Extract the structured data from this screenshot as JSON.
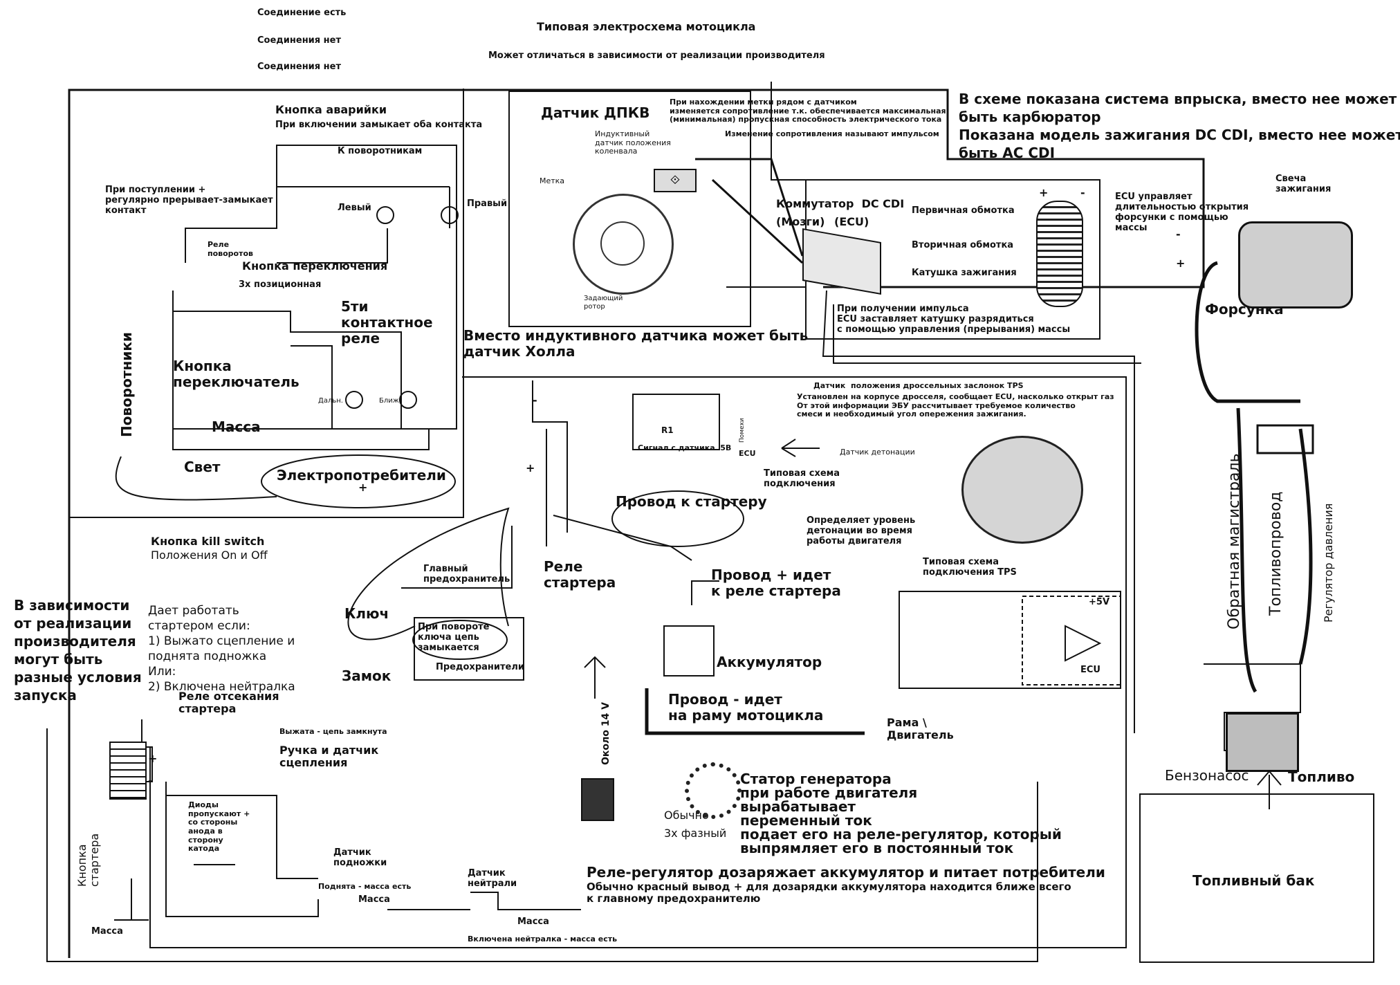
{
  "title": "Типовая электросхема мотоцикла",
  "subtitle": "Может отличаться в зависимости от реализации производителя",
  "legend": {
    "connected": "Соединение есть",
    "not_connected_1": "Соединения нет",
    "not_connected_2": "Соединения нет"
  },
  "turn_signals": {
    "hazard_button": "Кнопка аварийки",
    "hazard_note": "При включении замыкает оба контакта",
    "to_turn_signals": "К поворотникам",
    "relay_note": "При поступлении +\nрегулярно прерывает-замыкает\nконтакт",
    "relay_label": "Реле\nповоротов",
    "left": "Левый",
    "right": "Правый",
    "switch_button": "Кнопка переключения",
    "three_position": "3х позиционная",
    "vertical_label": "Поворотники"
  },
  "lights": {
    "relay_5pin": "5ти\nконтактное\nреле",
    "switch_button": "Кнопка\nпереключатель",
    "far": "Дальн.",
    "near": "Ближ.",
    "ground": "Масса",
    "light": "Свет",
    "consumers": "Электропотребители",
    "plus": "+"
  },
  "ckp": {
    "title": "Датчик ДПКВ",
    "inductive": "Индуктивный\nдатчик положения\nколенвала",
    "mark": "Метка",
    "rotor": "Задающий\nротор",
    "note_1": "При нахождении метки рядом с датчиком\nизменяется сопротивление т.к. обеспечивается максимальная\n(минимальная) пропускная способность электрического тока",
    "note_2": "Изменение сопротивления называют импульсом",
    "hall_note": "Вместо индуктивного датчика может быть\nдатчик Холла"
  },
  "ecu": {
    "switch_label": "Коммутатор  DC CDI",
    "brains": "(Мозги)",
    "ecu": "(ECU)",
    "pulse_note": "При получении импульса\nECU заставляет катушку разрядиться\nс помощью управления (прерывания) массы"
  },
  "injection_note": "В схеме показана система впрыска, вместо нее может\nбыть карбюратор\nПоказана модель зажигания DC CDI, вместо нее может\nбыть AC CDI",
  "coil": {
    "plus": "+",
    "minus": "-",
    "primary": "Первичная обмотка",
    "secondary": "Вторичная обмотка",
    "coil": "Катушка зажигания"
  },
  "injector": {
    "ecu_note": "ECU управляет\nдлительностью открытия\nфорсунки с помощью\nмассы",
    "spark_plug": "Свеча\nзажигания",
    "injector": "Форсунка",
    "minus": "-",
    "plus": "+"
  },
  "fuel": {
    "return_line": "Обратная магистраль",
    "fuel_line": "Топливопровод",
    "pressure_regulator": "Регулятор давления",
    "fuel_pump": "Бензонасос",
    "fuel": "Топливо",
    "tank": "Топливный бак"
  },
  "sensors": {
    "tps_title": "Датчик  положения дроссельных заслонок TPS",
    "tps_note": "Установлен на корпусе дросселя, сообщает ECU, насколько открыт газ\nОт этой информации ЭБУ рассчитывает требуемое количество\nсмеси и необходимый угол опережения зажигания.",
    "knock_sensor": "Датчик детонации",
    "typical_scheme": "Типовая схема\nподключения",
    "knock_note": "Определяет уровень\nдетонации во время\nработы двигателя",
    "r1": "R1",
    "signal": "Сигнал с датчика  5В",
    "ecu": "ECU",
    "noise": "Помехи",
    "tps_scheme": "Типовая схема\nподключения TPS",
    "plus_5v": "+5V",
    "ecu_box": "ECU"
  },
  "starter": {
    "starter_wire": "Провод к стартеру",
    "starter_relay": "Реле\nстартера",
    "main_fuse": "Главный\nпредохранитель",
    "plus_wire": "Провод + идет\nк реле стартера",
    "battery": "Аккумулятор",
    "minus_wire": "Провод - идет\nна раму мотоцикла",
    "frame": "Рама \\\nДвигатель",
    "minus": "-",
    "plus": "+"
  },
  "charging": {
    "around_14v": "Около 14 V",
    "stator": "Статор генератора\nпри работе двигателя\nвырабатывает\nпеременный ток\nподает его на реле-регулятор, который\nвыпрямляет его в постоянный ток",
    "usually": "Обычно",
    "three_phase": "3х фазный",
    "regulator": "Реле-регулятор дозаряжает аккумулятор и питает потребители",
    "regulator_note": "Обычно красный вывод + для дозарядки аккумулятора находится ближе всего\nк главному предохранителю"
  },
  "ignition": {
    "key": "Ключ",
    "lock": "Замок",
    "turn_note": "При повороте\nключа цепь\nзамыкается",
    "fuses": "Предохранители"
  },
  "start_logic": {
    "kill_switch": "Кнопка kill switch",
    "kill_positions": "Положения On и Off",
    "allows": "Дает работать\nстартером если:\n1) Выжато сцепление и\nподнята подножка\nИли:\n2) Включена нейтралка",
    "manufacturer_note": "В зависимости\nот реализации\nпроизводителя\nмогут быть\nразные условия\nзапуска",
    "cutoff_relay": "Реле отсекания\nстартера",
    "clutch_pressed": "Выжата - цепь замкнута",
    "clutch_handle": "Ручка и датчик\nсцепления",
    "diodes": "Диоды\nпропускают +\nсо стороны\nанода в\nсторону\nкатода",
    "stand_sensor": "Датчик\nподножки",
    "stand_up": "Поднята - масса есть",
    "ground1": "Масса",
    "neutral_sensor": "Датчик\nнейтрали",
    "ground2": "Масса",
    "neutral_on": "Включена нейтралка - масса есть",
    "starter_button": "Кнопка\nстартера",
    "ground3": "Масса",
    "plus": "+",
    "minus": "-"
  }
}
